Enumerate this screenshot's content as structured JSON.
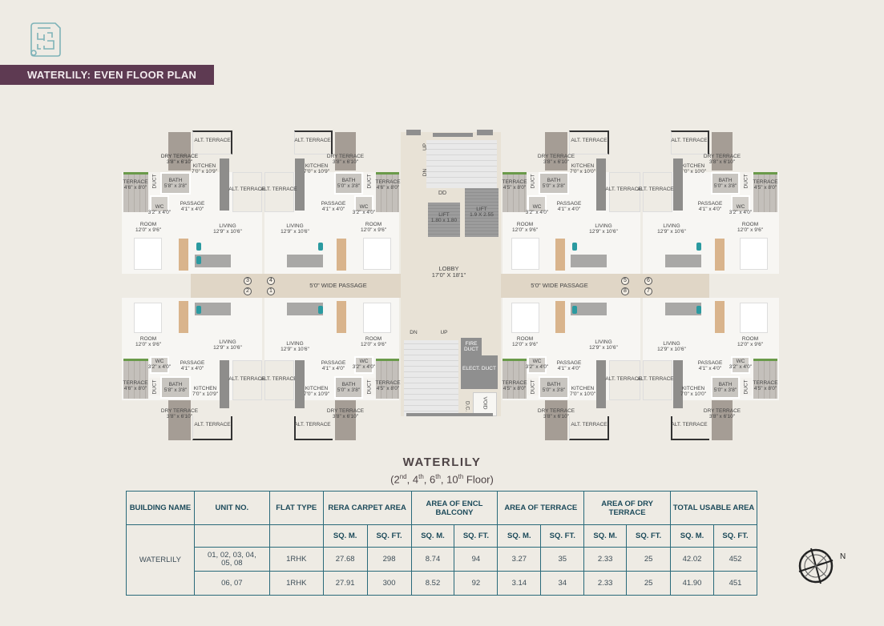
{
  "header": {
    "icon": "floor-plan-icon",
    "title": "WATERLILY: EVEN FLOOR PLAN",
    "title_bg_color": "#5e3a52"
  },
  "floor_plan": {
    "core": {
      "up_label": "UP",
      "dn_label": "DN",
      "dd_label": "DD",
      "lift1": {
        "label": "LIFT",
        "size": "1.80 x 1.80"
      },
      "lift2": {
        "label": "LIFT",
        "size": "1.9 X 2.55"
      },
      "lobby": {
        "label": "LOBBY",
        "size": "17'0\" X 18'1\""
      },
      "stair_dn": "DN",
      "stair_up": "UP",
      "fire_duct": "FIRE DUCT",
      "elect_duct": "ELECT. DUCT",
      "void": "VOID",
      "dc": "D.C."
    },
    "passages": {
      "left": "5'0\" WIDE PASSAGE",
      "right": "5'0\" WIDE PASSAGE"
    },
    "unit_numbers": [
      "1",
      "2",
      "3",
      "4",
      "5",
      "6",
      "7",
      "8"
    ],
    "room_labels": {
      "alt_terrace": "ALT. TERRACE",
      "dry_terrace": "DRY TERRACE",
      "kitchen": "KITCHEN",
      "bath": "BATH",
      "wc": "WC",
      "duct": "DUCT",
      "terrace": "TERRACE",
      "passage": "PASSAGE",
      "room": "ROOM",
      "living": "LIVING"
    },
    "units": [
      {
        "pos": "top-left-1",
        "dry_terrace": "3'8\" x 6'10\"",
        "kitchen": "7'0\" x 10'9\"",
        "bath": "5'8\" x 3'8\"",
        "wc": "3'2\" x 4'0\"",
        "terrace": "4'6\" x 8'0\"",
        "passage": "4'1\" x 4'0\"",
        "room": "12'0\" x 9'6\"",
        "living": "12'9\" x 10'6\""
      },
      {
        "pos": "top-left-2",
        "dry_terrace": "3'8\" x 6'10\"",
        "kitchen": "7'0\" x 10'9\"",
        "bath": "5'0\" x 3'8\"",
        "wc": "3'2\" x 4'0\"",
        "terrace": "4'6\" x 8'0\"",
        "passage": "4'1\" x 4'0\"",
        "room": "12'0\" x 9'6\"",
        "living": "12'9\" x 10'6\""
      },
      {
        "pos": "top-right-1",
        "dry_terrace": "3'8\" x 6'10\"",
        "kitchen": "7'0\" x 10'0\"",
        "bath": "5'0\" x 3'8\"",
        "wc": "3'2\" x 4'0\"",
        "terrace": "4'5\" x 8'0\"",
        "passage": "4'1\" x 4'0\"",
        "room": "12'0\" x 9'6\"",
        "living": "12'9\" x 10'6\""
      },
      {
        "pos": "top-right-2",
        "dry_terrace": "3'8\" x 6'10\"",
        "kitchen": "7'0\" x 10'0\"",
        "bath": "5'0\" x 3'8\"",
        "wc": "3'2\" x 4'0\"",
        "terrace": "4'5\" x 8'0\"",
        "passage": "4'1\" x 4'0\"",
        "room": "12'0\" x 9'6\"",
        "living": "12'9\" x 10'6\""
      },
      {
        "pos": "bottom-left-1",
        "dry_terrace": "3'8\" x 6'10\"",
        "kitchen": "7'0\" x 10'9\"",
        "bath": "5'8\" x 3'8\"",
        "wc": "3'2\" x 4'0\"",
        "terrace": "4'6\" x 8'0\"",
        "passage": "4'1\" x 4'0\"",
        "room": "12'0\" x 9'6\"",
        "living": "12'9\" x 10'6\""
      },
      {
        "pos": "bottom-left-2",
        "dry_terrace": "3'8\" x 6'10\"",
        "kitchen": "7'0\" x 10'9\"",
        "bath": "5'0\" x 3'8\"",
        "wc": "3'2\" x 4'0\"",
        "terrace": "4'5\" x 8'0\"",
        "passage": "4'1\" x 4'0\"",
        "room": "12'0\" x 9'6\"",
        "living": "12'9\" x 10'6\""
      },
      {
        "pos": "bottom-right-1",
        "dry_terrace": "3'8\" x 6'10\"",
        "kitchen": "7'0\" x 10'0\"",
        "bath": "5'0\" x 3'8\"",
        "wc": "3'2\" x 4'0\"",
        "terrace": "4'5\" x 8'0\"",
        "passage": "4'1\" x 4'0\"",
        "room": "12'0\" x 9'6\"",
        "living": "12'9\" x 10'6\""
      },
      {
        "pos": "bottom-right-2",
        "dry_terrace": "3'8\" x 6'10\"",
        "kitchen": "7'0\" x 10'0\"",
        "bath": "5'0\" x 3'8\"",
        "wc": "3'2\" x 4'0\"",
        "terrace": "4'5\" x 8'0\"",
        "passage": "4'1\" x 4'0\"",
        "room": "12'0\" x 9'6\"",
        "living": "12'9\" x 10'6\""
      }
    ]
  },
  "summary": {
    "title": "WATERLILY",
    "subtitle_prefix": "(",
    "floors": [
      {
        "num": "2",
        "sup": "nd"
      },
      {
        "num": "4",
        "sup": "th"
      },
      {
        "num": "6",
        "sup": "th"
      },
      {
        "num": "10",
        "sup": "th"
      }
    ],
    "subtitle_suffix": " Floor)"
  },
  "table": {
    "headers": [
      "BUILDING NAME",
      "UNIT NO.",
      "FLAT TYPE",
      "RERA CARPET AREA",
      "AREA OF ENCL BALCONY",
      "AREA OF TERRACE",
      "AREA OF DRY TERRACE",
      "TOTAL USABLE AREA"
    ],
    "unit_headers": [
      "SQ. M.",
      "SQ. FT.",
      "SQ. M.",
      "SQ. FT.",
      "SQ. M.",
      "SQ. FT.",
      "SQ. M.",
      "SQ. FT.",
      "SQ. M.",
      "SQ. FT."
    ],
    "building_name": "WATERLILY",
    "rows": [
      {
        "unit_no": "01, 02, 03, 04, 05, 08",
        "flat_type": "1RHK",
        "values": [
          "27.68",
          "298",
          "8.74",
          "94",
          "3.27",
          "35",
          "2.33",
          "25",
          "42.02",
          "452"
        ]
      },
      {
        "unit_no": "06, 07",
        "flat_type": "1RHK",
        "values": [
          "27.91",
          "300",
          "8.52",
          "92",
          "3.14",
          "34",
          "2.33",
          "25",
          "41.90",
          "451"
        ]
      }
    ],
    "border_color": "#2a6a7a"
  },
  "compass": {
    "icon": "compass-rose-icon",
    "north_label": "N"
  }
}
